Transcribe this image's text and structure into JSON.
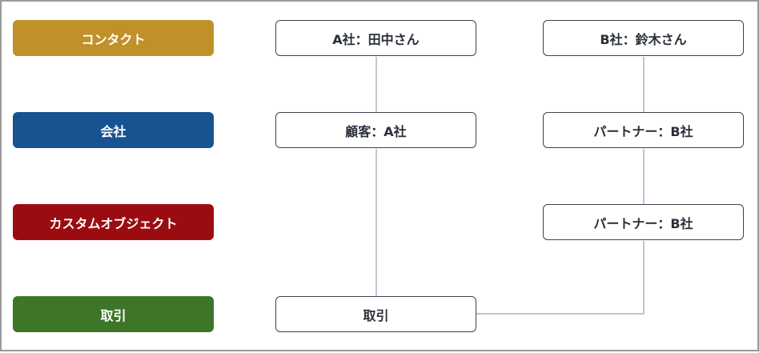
{
  "labels": {
    "contact": {
      "text": "コンタクト",
      "color": "#C09128"
    },
    "company": {
      "text": "会社",
      "color": "#175390"
    },
    "custom_object": {
      "text": "カスタムオブジェクト",
      "color": "#9B0C10"
    },
    "deal": {
      "text": "取引",
      "color": "#3D7628"
    }
  },
  "column_a": {
    "contact": "A社：田中さん",
    "company": "顧客：A社",
    "deal": "取引"
  },
  "column_b": {
    "contact": "B社：鈴木さん",
    "company": "パートナー：B社",
    "custom_object": "パートナー：B社"
  },
  "colors": {
    "node_border": "#3A4350",
    "connector": "#A8B4C0"
  }
}
